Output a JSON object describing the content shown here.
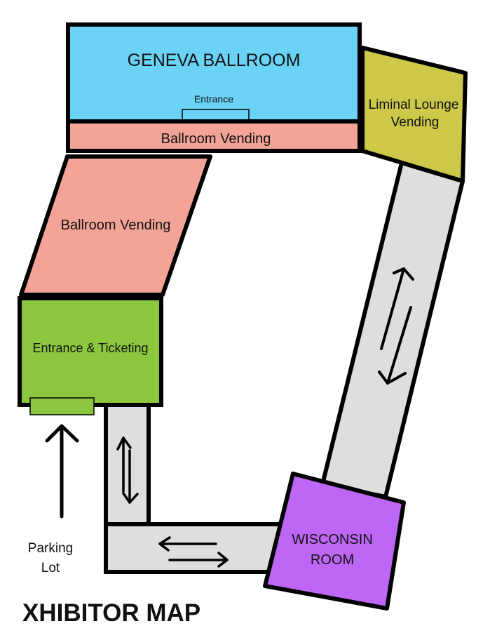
{
  "title": "XHIBITOR MAP",
  "rooms": {
    "geneva_ballroom": {
      "label": "GENEVA BALLROOM",
      "color": "#6AD3F6"
    },
    "geneva_entrance": {
      "label": "Entrance",
      "color": "#6AD3F6"
    },
    "ballroom_vending_top": {
      "label": "Ballroom Vending",
      "color": "#F4A497"
    },
    "ballroom_vending_left": {
      "label": "Ballroom Vending",
      "color": "#F4A497"
    },
    "liminal_lounge": {
      "line1": "Liminal Lounge",
      "line2": "Vending",
      "color": "#CDC74A"
    },
    "entrance_ticketing": {
      "label": "Entrance & Ticketing",
      "color": "#8CC83E"
    },
    "wisconsin_room": {
      "line1": "WISCONSIN",
      "line2": "ROOM",
      "color": "#BE66F5"
    }
  },
  "corridor_color": "#DEDEDE",
  "parking": {
    "line1": "Parking",
    "line2": "Lot"
  }
}
